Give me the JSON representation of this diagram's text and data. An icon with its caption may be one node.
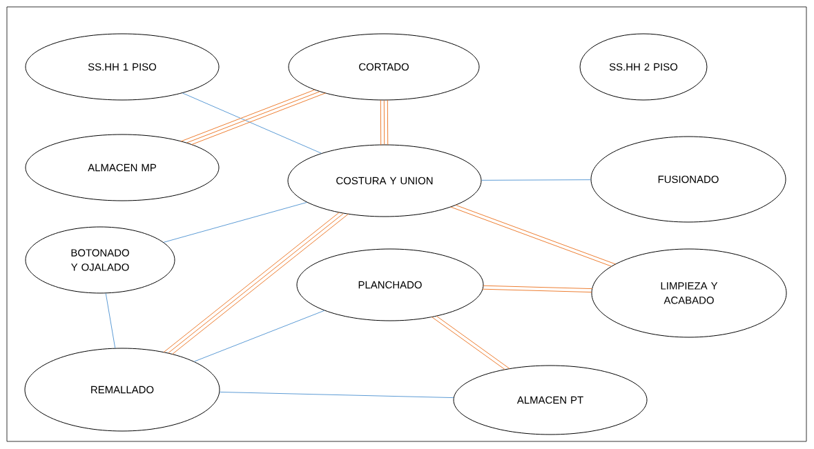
{
  "diagram": {
    "nodes": [
      {
        "text": [
          "SS.HH 1 PISO"
        ]
      },
      {
        "text": [
          "CORTADO"
        ]
      },
      {
        "text": [
          "SS.HH 2 PISO"
        ]
      },
      {
        "text": [
          "ALMACEN MP"
        ]
      },
      {
        "text": [
          "COSTURA Y UNION"
        ]
      },
      {
        "text": [
          "FUSIONADO"
        ]
      },
      {
        "text": [
          "BOTONADO Y OJALADO"
        ]
      },
      {
        "text": [
          "PLANCHADO"
        ]
      },
      {
        "text": [
          "LIMPIEZA Y ACABADO"
        ]
      },
      {
        "text": [
          "REMALLADO"
        ]
      },
      {
        "text": [
          "ALMACEN PT"
        ]
      }
    ],
    "edges": [
      {
        "from": 0,
        "to": 4,
        "arrow": "none"
      },
      {
        "from": 3,
        "to": 1,
        "arrow": "none",
        "color": "#ed7d31"
      },
      {
        "from": 1,
        "to": 4,
        "arrow": "none",
        "color": "#ed7d31"
      },
      {
        "from": 4,
        "to": 5,
        "arrow": "none"
      },
      {
        "from": 6,
        "to": 4,
        "arrow": "none"
      },
      {
        "from": 9,
        "to": 4,
        "arrow": "none",
        "color": "#ed7d31"
      },
      {
        "from": 4,
        "to": 8,
        "arrow": "none",
        "color": "#ed7d31"
      },
      {
        "from": 7,
        "to": 8,
        "arrow": "none",
        "color": "#ed7d31"
      },
      {
        "from": 7,
        "to": 10,
        "arrow": "none",
        "color": "#ed7d31"
      },
      {
        "from": 6,
        "to": 9,
        "arrow": "none"
      },
      {
        "from": 9,
        "to": 7,
        "arrow": "none"
      },
      {
        "from": 9,
        "to": 10,
        "arrow": "none"
      }
    ]
  }
}
